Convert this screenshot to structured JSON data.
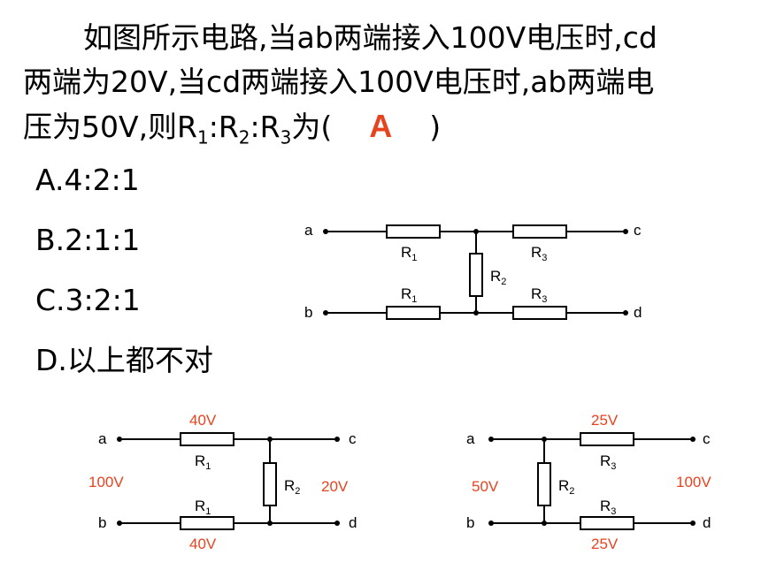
{
  "question": {
    "line1": "如图所示电路,当ab两端接入100V电压时,cd",
    "line2": "两端为20V,当cd两端接入100V电压时,ab两端电",
    "line3_pre": "压为50V,则R",
    "line3_sub1": "1",
    "line3_mid1": ":R",
    "line3_sub2": "2",
    "line3_mid2": ":R",
    "line3_sub3": "3",
    "line3_post": "为(",
    "answer": "A",
    "line3_close": ")"
  },
  "options": [
    "A.4:2:1",
    "B.2:1:1",
    "C.3:2:1",
    "D.以上都不对"
  ],
  "main_circuit": {
    "terminals": {
      "a": "a",
      "b": "b",
      "c": "c",
      "d": "d"
    },
    "resistors": {
      "r1_top": "R",
      "r1_bottom": "R",
      "r2": "R",
      "r3_top": "R",
      "r3_bottom": "R"
    },
    "subs": {
      "r1": "1",
      "r2": "2",
      "r3": "3"
    }
  },
  "circuit_left": {
    "terminals": {
      "a": "a",
      "b": "b",
      "c": "c",
      "d": "d"
    },
    "r1_top_voltage": "40V",
    "r1_bottom_voltage": "40V",
    "input_voltage": "100V",
    "output_voltage": "20V",
    "labels": {
      "r1": "R",
      "r2": "R",
      "sub1": "1",
      "sub2": "2"
    }
  },
  "circuit_right": {
    "terminals": {
      "a": "a",
      "b": "b",
      "c": "c",
      "d": "d"
    },
    "r3_top_voltage": "25V",
    "r3_bottom_voltage": "25V",
    "input_voltage": "100V",
    "output_voltage": "50V",
    "labels": {
      "r3": "R",
      "r2": "R",
      "sub3": "3",
      "sub2": "2"
    }
  }
}
